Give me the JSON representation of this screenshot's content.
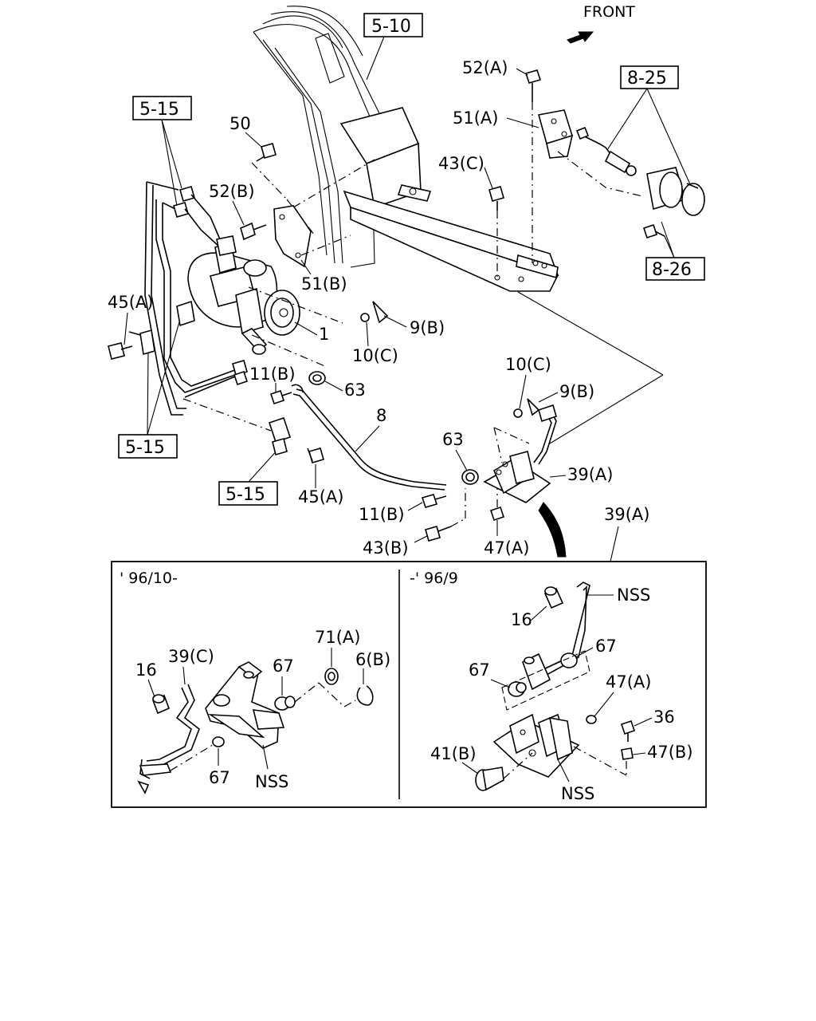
{
  "header": {
    "direction_label": "FRONT"
  },
  "ref_boxes": {
    "r510": "5-10",
    "r825": "8-25",
    "r826": "8-26",
    "r515_top": "5-15",
    "r515_mid": "5-15",
    "r515_bot": "5-15"
  },
  "callouts": {
    "c52a": "52(A)",
    "c51a": "51(A)",
    "c43c": "43(C)",
    "c50": "50",
    "c52b": "52(B)",
    "c51b": "51(B)",
    "c45a_top": "45(A)",
    "c1": "1",
    "c9b_top": "9(B)",
    "c10c_top": "10(C)",
    "c11b_top": "11(B)",
    "c63_top": "63",
    "c8": "8",
    "c10c_mid": "10(C)",
    "c9b_mid": "9(B)",
    "c63_mid": "63",
    "c39a": "39(A)",
    "c45a_bot": "45(A)",
    "c11b_bot": "11(B)",
    "c43b": "43(B)",
    "c47a": "47(A)",
    "c39a_inset": "39(A)"
  },
  "inset_left": {
    "period": "' 96/10-",
    "c71a": "71(A)",
    "c6b": "6(B)",
    "c16": "16",
    "c39c": "39(C)",
    "c67a": "67",
    "c67b": "67",
    "nss": "NSS"
  },
  "inset_right": {
    "period": "-' 96/9",
    "nss_top": "NSS",
    "c16": "16",
    "c67a": "67",
    "c67b": "67",
    "c47a": "47(A)",
    "c36": "36",
    "c47b": "47(B)",
    "c41b": "41(B)",
    "nss_bot": "NSS"
  }
}
